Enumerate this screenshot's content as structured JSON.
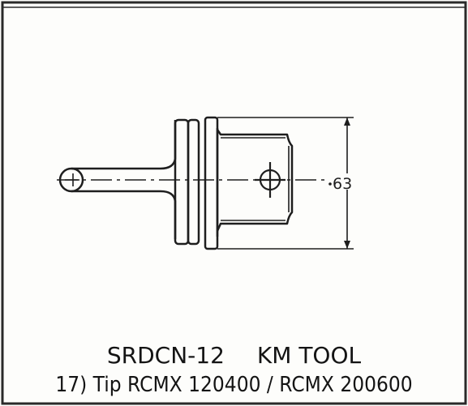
{
  "drawing": {
    "dimension_label": "63"
  },
  "caption": {
    "model": "SRDCN-12",
    "type": "KM TOOL",
    "insert_line": "17) Tip RCMX 120400 / RCMX 200600"
  },
  "colors": {
    "line": "#1e1e1e",
    "border": "#2a2a2a",
    "paper": "#fdfdfb"
  }
}
